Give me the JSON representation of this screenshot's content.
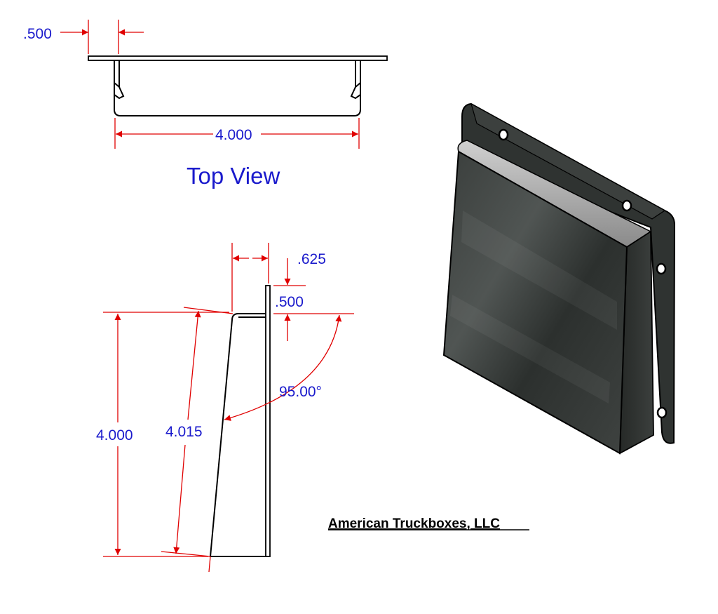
{
  "colors": {
    "dimension_line": "#e00000",
    "dimension_text": "#1a1acc",
    "part_outline": "#000000",
    "part_fill_dark": "#2a2d2b",
    "part_fill_light": "#4a4f4c",
    "lip_light": "#b5b5b5"
  },
  "top_view": {
    "title": "Top View",
    "flange_dim": ".500",
    "width_dim": "4.000"
  },
  "side_view": {
    "top_flange_dim": ".625",
    "lip_dim": ".500",
    "angle_dim": "95.00°",
    "height_dim": "4.000",
    "slant_dim": "4.015"
  },
  "company": "American Truckboxes, LLC"
}
